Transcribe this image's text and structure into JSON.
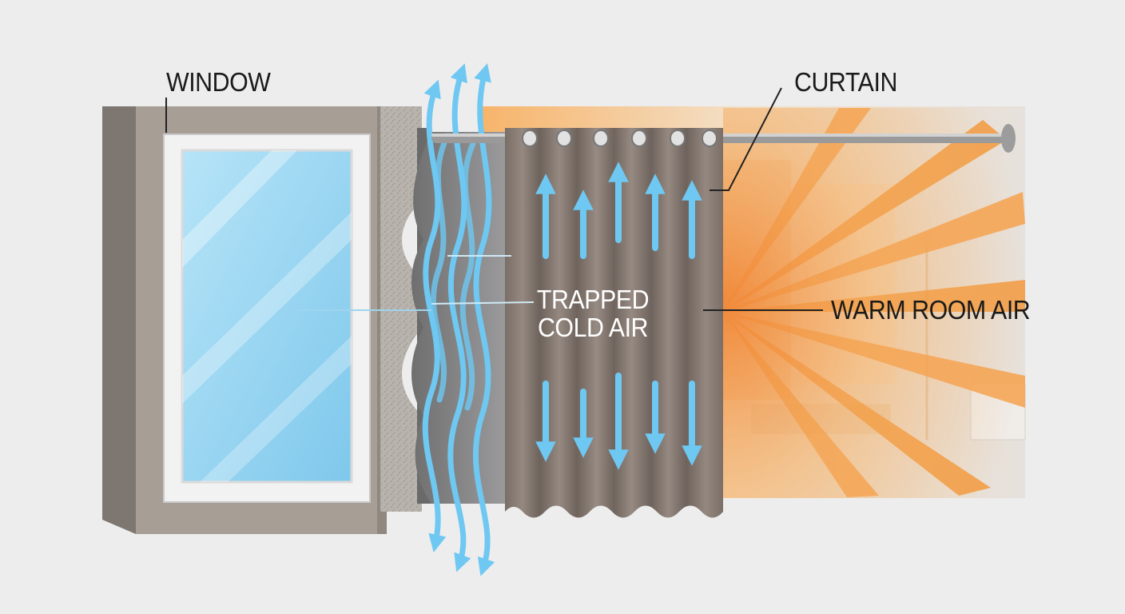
{
  "labels": {
    "window": "WINDOW",
    "curtain": "CURTAIN",
    "trapped_line1": "TRAPPED",
    "trapped_line2": "COLD AIR",
    "warm_room_air": "WARM ROOM AIR"
  },
  "colors": {
    "background": "#ededed",
    "wall": "#a79e96",
    "glass": "#8fd0ee",
    "air_arrow": "#6ec8f2",
    "curtain": "#847870",
    "warm_light": "#f59a35",
    "rod": "#9a9a9a",
    "label_text": "#1a1a1a"
  },
  "icons": {
    "air_flow": "up-down-arrow-icon"
  }
}
